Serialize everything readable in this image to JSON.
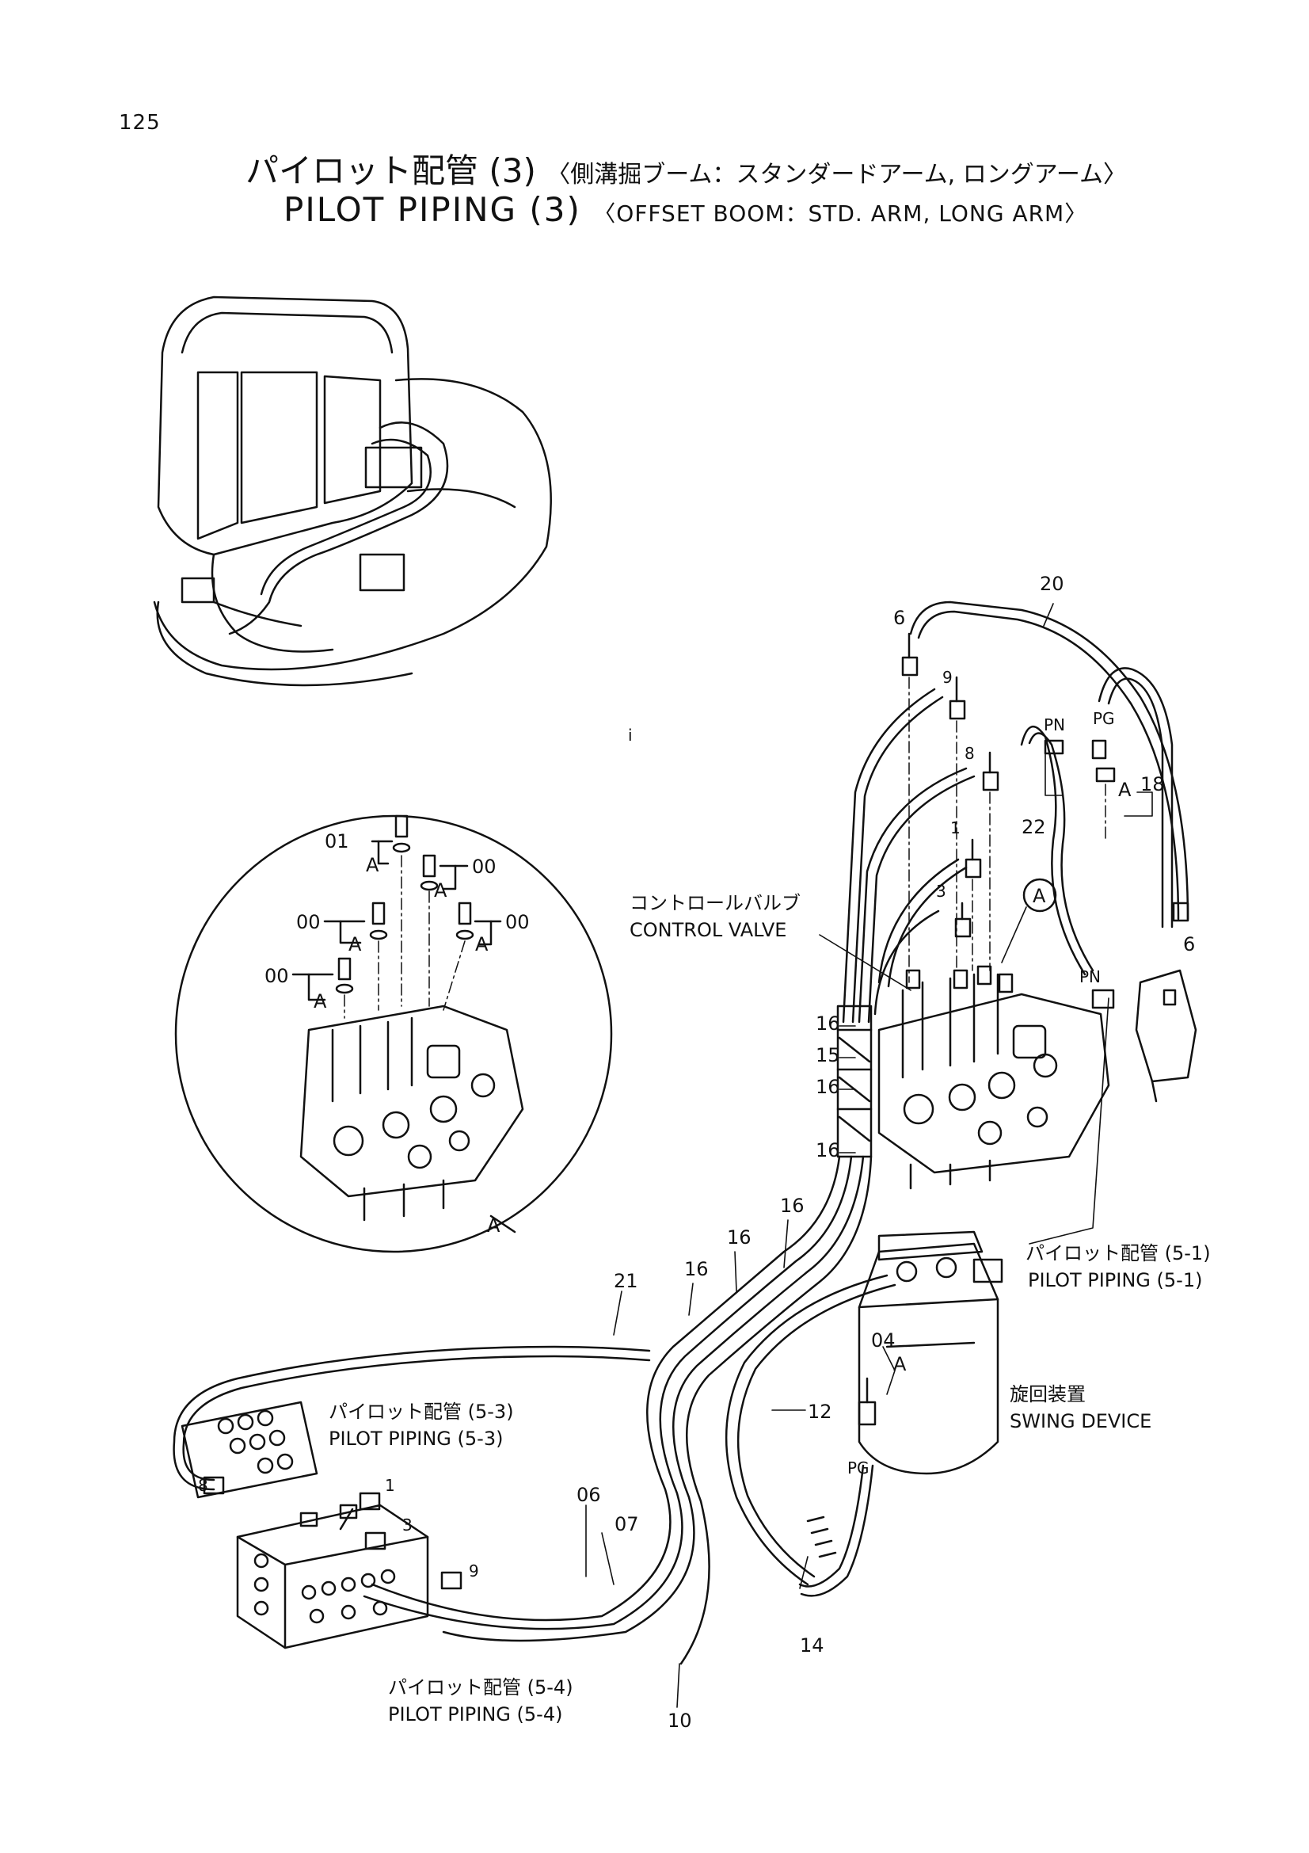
{
  "page_number": "125",
  "title": {
    "jp_main": "パイロット配管 (3)",
    "jp_sub": "〈側溝掘ブーム：スタンダードアーム, ロングアーム〉",
    "en_main": "PILOT PIPING (3)",
    "en_sub": "〈OFFSET BOOM：STD. ARM, LONG ARM〉"
  },
  "labels": {
    "control_valve_jp": "コントロールバルブ",
    "control_valve_en": "CONTROL VALVE",
    "swing_device_jp": "旋回装置",
    "swing_device_en": "SWING DEVICE",
    "pilot_51_jp": "パイロット配管 (5-1)",
    "pilot_51_en": "PILOT PIPING (5-1)",
    "pilot_53_jp": "パイロット配管 (5-3)",
    "pilot_53_en": "PILOT PIPING (5-3)",
    "pilot_54_jp": "パイロット配管 (5-4)",
    "pilot_54_en": "PILOT PIPING (5-4)",
    "detail_ref": "A",
    "stray_mark": "i"
  },
  "callouts": {
    "c20": "20",
    "c6a": "6",
    "c9a": "9",
    "c8a": "8",
    "c1a": "1",
    "c3a": "3",
    "cPNa": "PN",
    "cPGa": "PG",
    "c18": "18",
    "cAa": "A",
    "c22": "22",
    "cA_circle": "A",
    "c6b": "6",
    "cPNb": "PN",
    "c16a": "16",
    "c15": "15",
    "c16b": "16",
    "c16c": "16",
    "c16d": "16",
    "c16e": "16",
    "c16f": "16",
    "c21": "21",
    "c12": "12",
    "c04": "04",
    "cAb": "A",
    "cPGb": "PG",
    "c14": "14",
    "c06": "06",
    "c07": "07",
    "c10": "10",
    "c8b": "8",
    "c1b": "1",
    "c3b": "3",
    "c9b": "9",
    "d01": "01",
    "dA1": "A",
    "d00a": "00",
    "dA2": "A",
    "d00b": "00",
    "dA3": "A",
    "d00c": "00",
    "dA4": "A",
    "d00d": "00",
    "dA5": "A",
    "dA_bottom": "A"
  }
}
